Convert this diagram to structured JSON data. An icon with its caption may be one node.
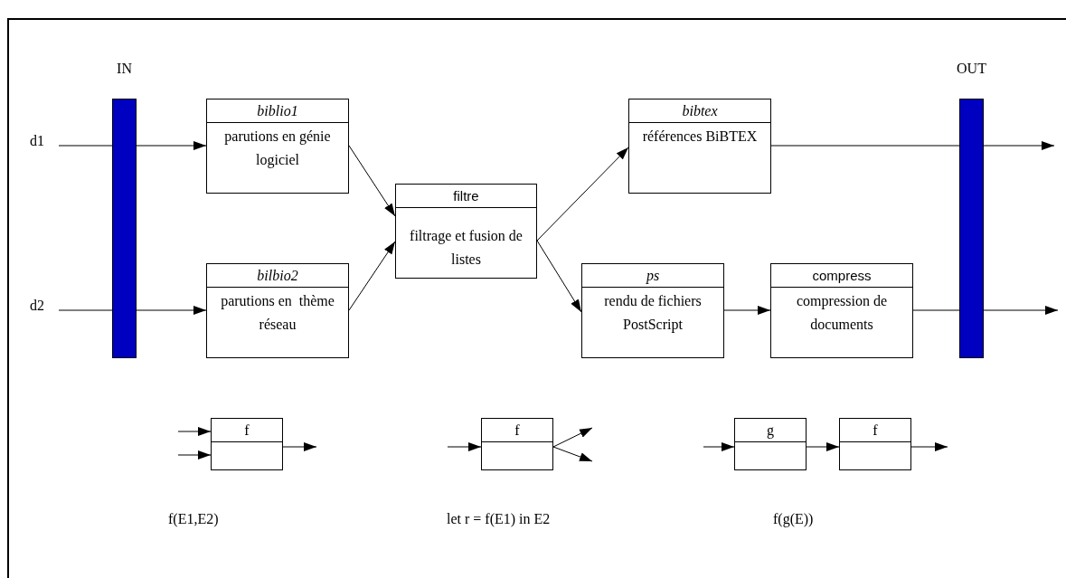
{
  "diagram": {
    "nodes": [
      {
        "text": [
          "IN"
        ]
      },
      {
        "text": [
          "OUT"
        ]
      },
      {
        "text": [
          "d1"
        ]
      },
      {
        "text": [
          "d2"
        ]
      },
      {
        "text": [
          "biblio1",
          "parutions en génie logiciel"
        ]
      },
      {
        "text": [
          "bilbio2",
          "parutions en  thème réseau"
        ]
      },
      {
        "text": [
          "filtre",
          "filtrage et fusion de listes"
        ]
      },
      {
        "text": [
          "bibtex",
          "références BiBTEX"
        ]
      },
      {
        "text": [
          "ps",
          "rendu de fichiers PostScript"
        ]
      },
      {
        "text": [
          "compress",
          "compression de documents"
        ]
      },
      {
        "text": [
          "f"
        ]
      },
      {
        "text": [
          "f"
        ]
      },
      {
        "text": [
          "g"
        ]
      },
      {
        "text": [
          "f"
        ]
      }
    ],
    "edges": [
      {
        "from": 2,
        "to": 0,
        "arrow": "none"
      },
      {
        "from": 0,
        "to": 4,
        "arrow": "to"
      },
      {
        "from": 3,
        "to": 0,
        "arrow": "none"
      },
      {
        "from": 0,
        "to": 5,
        "arrow": "to"
      },
      {
        "from": 4,
        "to": 6,
        "arrow": "to"
      },
      {
        "from": 5,
        "to": 6,
        "arrow": "to"
      },
      {
        "from": 6,
        "to": 7,
        "arrow": "to"
      },
      {
        "from": 6,
        "to": 8,
        "arrow": "to"
      },
      {
        "from": 8,
        "to": 9,
        "arrow": "to"
      },
      {
        "from": 7,
        "to": 1,
        "arrow": "none"
      },
      {
        "from": 1,
        "to": null,
        "arrow": "to"
      },
      {
        "from": 9,
        "to": 1,
        "arrow": "none"
      },
      {
        "from": 1,
        "to": null,
        "arrow": "to"
      },
      {
        "from": null,
        "to": 10,
        "arrow": "to"
      },
      {
        "from": null,
        "to": 10,
        "arrow": "to"
      },
      {
        "from": 10,
        "to": null,
        "arrow": "to"
      },
      {
        "from": null,
        "to": 11,
        "arrow": "to"
      },
      {
        "from": 11,
        "to": null,
        "arrow": "to"
      },
      {
        "from": 11,
        "to": null,
        "arrow": "to"
      },
      {
        "from": null,
        "to": 12,
        "arrow": "to"
      },
      {
        "from": 12,
        "to": 13,
        "arrow": "to"
      },
      {
        "from": 13,
        "to": null,
        "arrow": "to"
      }
    ],
    "labels": [
      "f(E1,E2)",
      "let r = f(E1) in E2",
      "f(g(E))"
    ]
  }
}
